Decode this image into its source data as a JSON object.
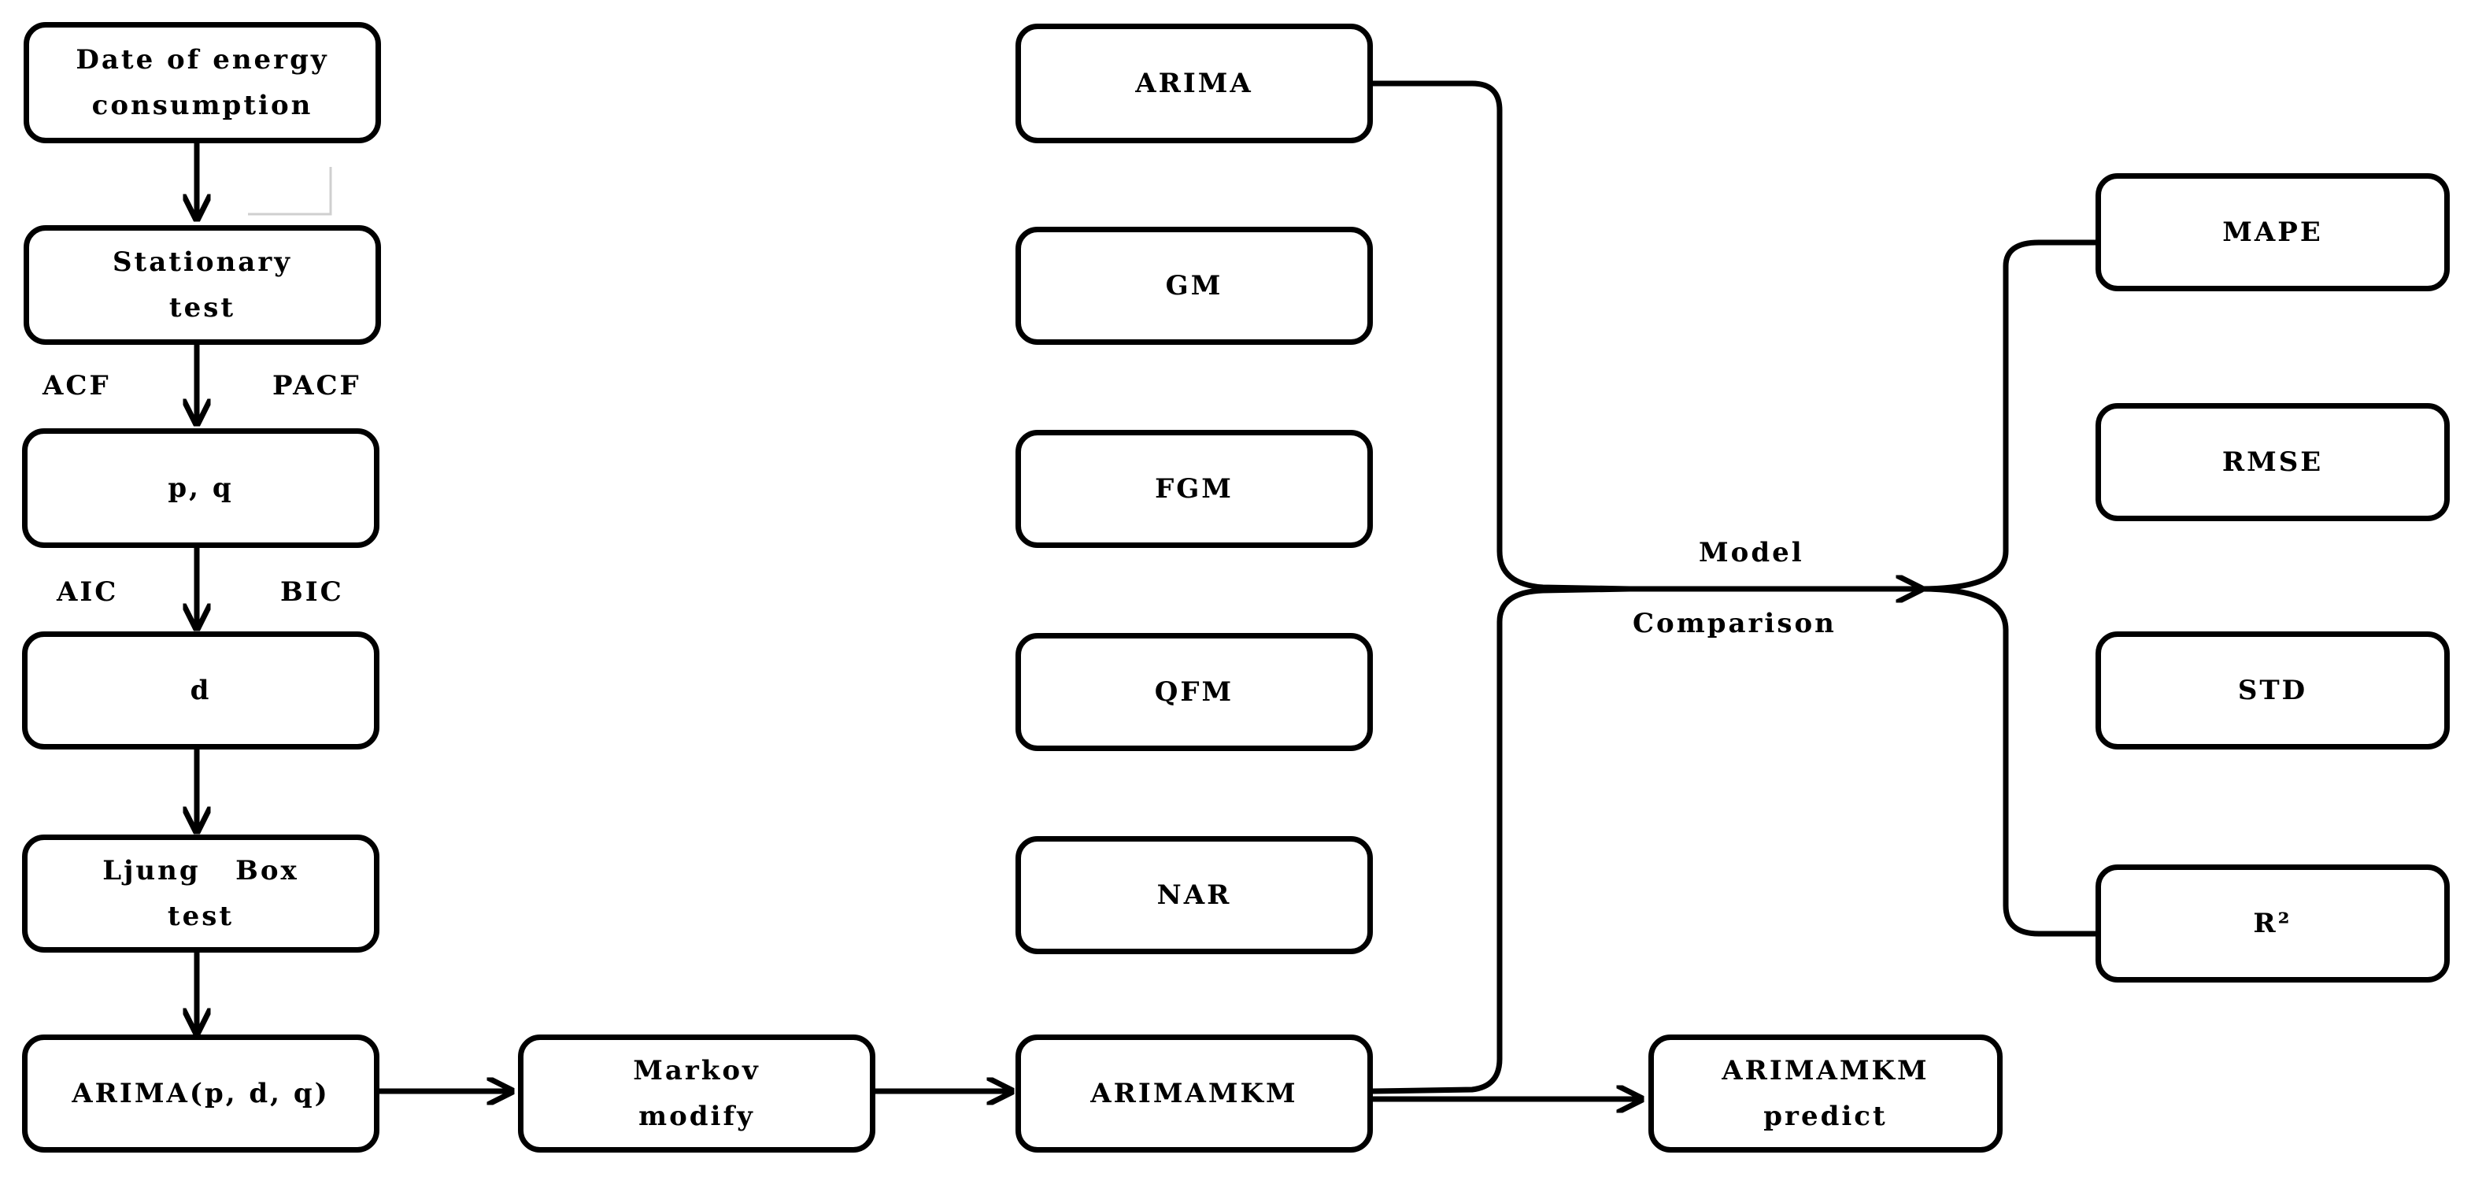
{
  "boxes": {
    "energy_data": [
      "Date of energy",
      "consumption"
    ],
    "stationary_test": [
      "Stationary",
      "test"
    ],
    "pq": "p, q",
    "d": "d",
    "ljung_box": [
      "Ljung   Box",
      "test"
    ],
    "arima_pdq": "ARIMA(p, d, q)",
    "markov_modify": [
      "Markov",
      "modify"
    ],
    "arima": "ARIMA",
    "gm": "GM",
    "fgm": "FGM",
    "qfm": "QFM",
    "nar": "NAR",
    "arimamkm": "ARIMAMKM",
    "arimamkm_predict": [
      "ARIMAMKM",
      "predict"
    ],
    "mape": "MAPE",
    "rmse": "RMSE",
    "std": "STD",
    "r2": "R²"
  },
  "labels": {
    "acf": "ACF",
    "pacf": "PACF",
    "aic": "AIC",
    "bic": "BIC",
    "model_comparison": [
      "Model",
      "Comparison"
    ]
  }
}
